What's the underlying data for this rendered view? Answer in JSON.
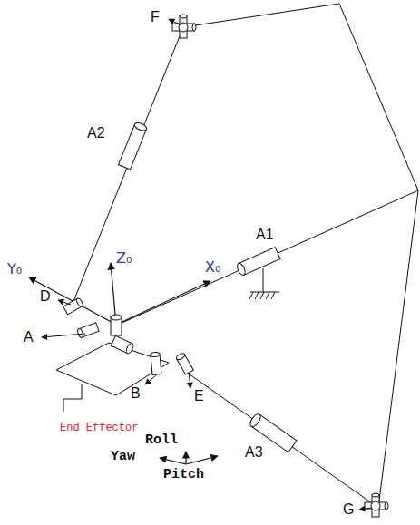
{
  "diagram": {
    "labels": [
      "F",
      "A2",
      "D",
      "Z₀",
      "Y₀",
      "X₀",
      "A1",
      "A",
      "B",
      "E",
      "End Effector",
      "A3",
      "G",
      "Roll",
      "Yaw",
      "Pitch"
    ]
  }
}
